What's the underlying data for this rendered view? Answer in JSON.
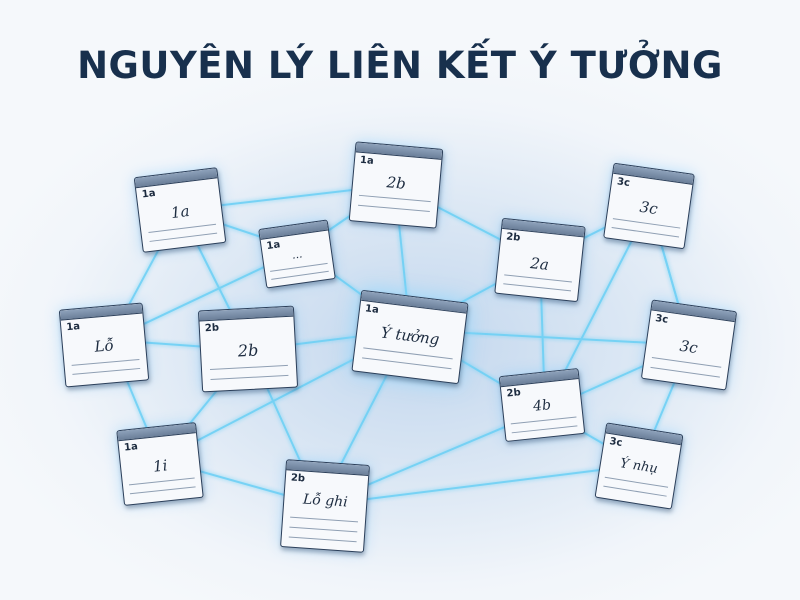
{
  "title": "NGUYÊN LÝ LIÊN KẾT Ý TƯỞNG",
  "colors": {
    "link": "#6cd0f5",
    "card_border": "#2b3f5a",
    "title": "#18304d"
  },
  "cards": [
    {
      "tag": "1a",
      "text": "1a"
    },
    {
      "tag": "1a",
      "text": "2b"
    },
    {
      "tag": "3c",
      "text": "3c"
    },
    {
      "tag": "1a",
      "text": "..."
    },
    {
      "tag": "2b",
      "text": "2a"
    },
    {
      "tag": "1a",
      "text": "Lỗ"
    },
    {
      "tag": "2b",
      "text": "2b"
    },
    {
      "tag": "1a",
      "text": "Ý tưởng"
    },
    {
      "tag": "3c",
      "text": "3c"
    },
    {
      "tag": "2b",
      "text": "4b"
    },
    {
      "tag": "1a",
      "text": "1i"
    },
    {
      "tag": "2b",
      "text": "Lỗ ghi"
    },
    {
      "tag": "3c",
      "text": "Ý nhụ"
    }
  ]
}
